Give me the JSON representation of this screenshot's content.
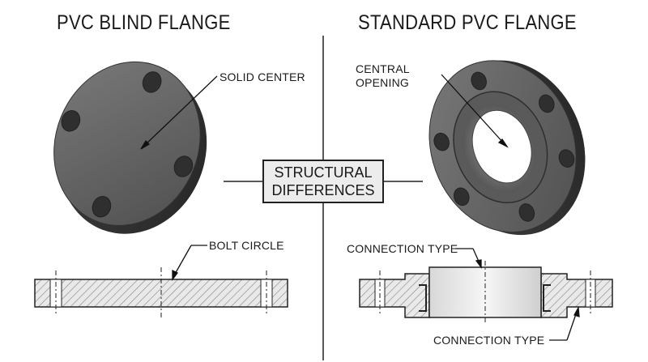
{
  "left": {
    "title": "PVC BLIND FLANGE",
    "callout_center": "SOLID CENTER",
    "callout_section": "BOLT CIRCLE"
  },
  "right": {
    "title": "STANDARD PVC FLANGE",
    "callout_opening_line1": "CENTRAL",
    "callout_opening_line2": "OPENING",
    "callout_section_top": "CONNECTION TYPE",
    "callout_section_bottom": "CONNECTION TYPE"
  },
  "center": {
    "line1": "STRUCTURAL",
    "line2": "DIFFERENCES"
  },
  "colors": {
    "body_dark": "#4a4a4a",
    "body_light": "#6e6e6e",
    "hatch": "#777777",
    "box_fill": "#ececec"
  }
}
